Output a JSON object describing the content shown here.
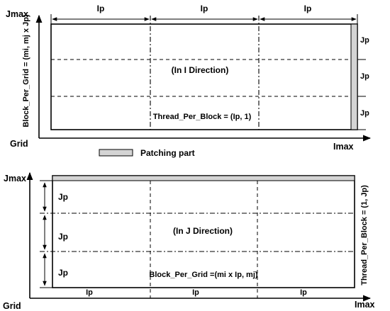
{
  "top": {
    "y_axis_label": "Jmax",
    "x_axis_label": "Imax",
    "origin_label": "Grid",
    "side_label": "Block_Per_Grid = (mi, mj x Jp)",
    "ip_labels": [
      "Ip",
      "Ip",
      "Ip"
    ],
    "jp_labels": [
      "Jp",
      "Jp",
      "Jp"
    ],
    "direction_label": "(In I Direction)",
    "thread_label": "Thread_Per_Block = (Ip, 1)"
  },
  "legend": {
    "label": "Patching part",
    "swatch_color": "#d4d4d4"
  },
  "bottom": {
    "y_axis_label": "Jmax",
    "x_axis_label": "Imax",
    "origin_label": "Grid",
    "side_label": "Thread_Per_Block = (1, Jp)",
    "ip_labels": [
      "Ip",
      "Ip",
      "Ip"
    ],
    "jp_labels": [
      "Jp",
      "Jp",
      "Jp"
    ],
    "direction_label": "(In J Direction)",
    "block_label": "Block_Per_Grid =(mi x Ip, mj)"
  }
}
